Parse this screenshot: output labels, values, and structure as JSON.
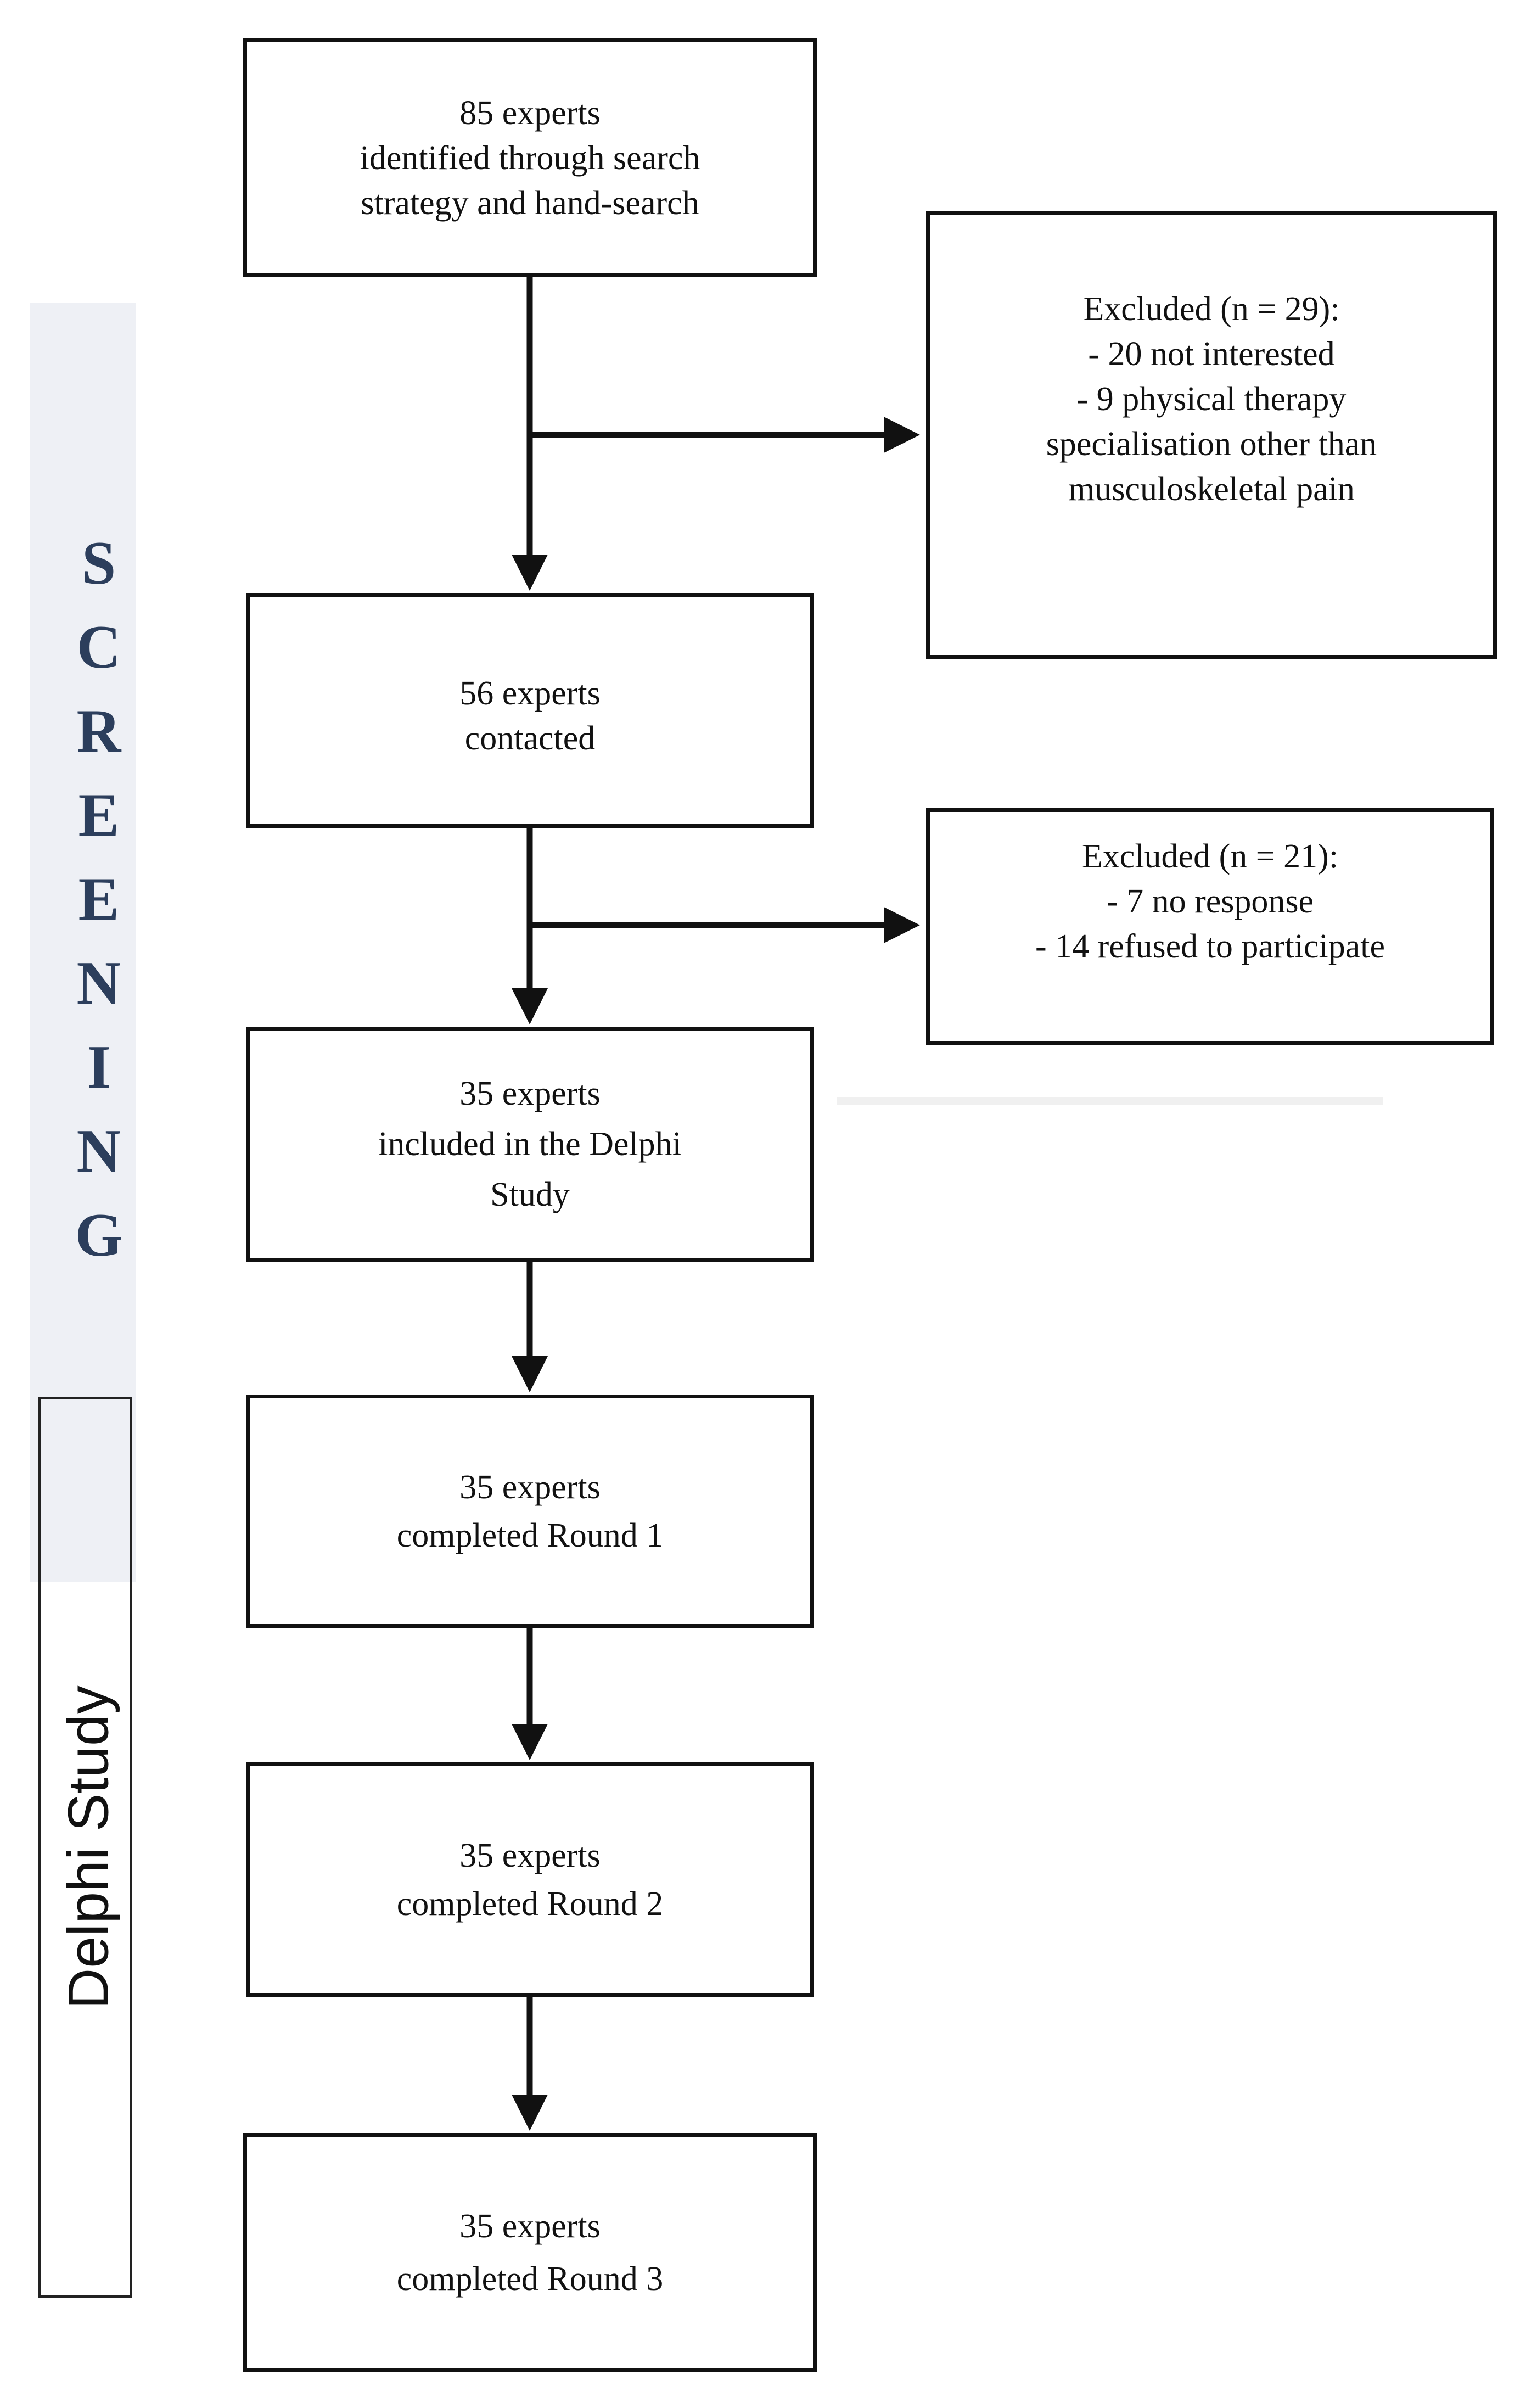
{
  "sidebar": {
    "screening_letters": [
      "S",
      "C",
      "R",
      "E",
      "E",
      "N",
      "I",
      "N",
      "G"
    ],
    "delphi_label": "Delphi Study"
  },
  "boxes": {
    "identified": {
      "lines": [
        "85 experts",
        "identified through search",
        "strategy and hand-search"
      ]
    },
    "excluded_1": {
      "lines": [
        "Excluded (n = 29):",
        "- 20 not interested",
        "- 9 physical therapy",
        "specialisation other than",
        "musculoskeletal pain"
      ]
    },
    "contacted": {
      "lines": [
        "56 experts",
        "contacted"
      ]
    },
    "excluded_2": {
      "lines": [
        "Excluded (n = 21):",
        "- 7 no response",
        "- 14 refused to participate"
      ]
    },
    "included": {
      "lines": [
        "35 experts",
        "included in the Delphi",
        "Study"
      ]
    },
    "round1": {
      "lines": [
        "35 experts",
        "completed Round 1"
      ]
    },
    "round2": {
      "lines": [
        "35 experts",
        "completed Round 2"
      ]
    },
    "round3": {
      "lines": [
        "35 experts",
        "completed Round 3"
      ]
    }
  },
  "colors": {
    "stroke": "#111111",
    "screening_band": "#eef0f5",
    "screening_text": "#2c3e5c"
  }
}
